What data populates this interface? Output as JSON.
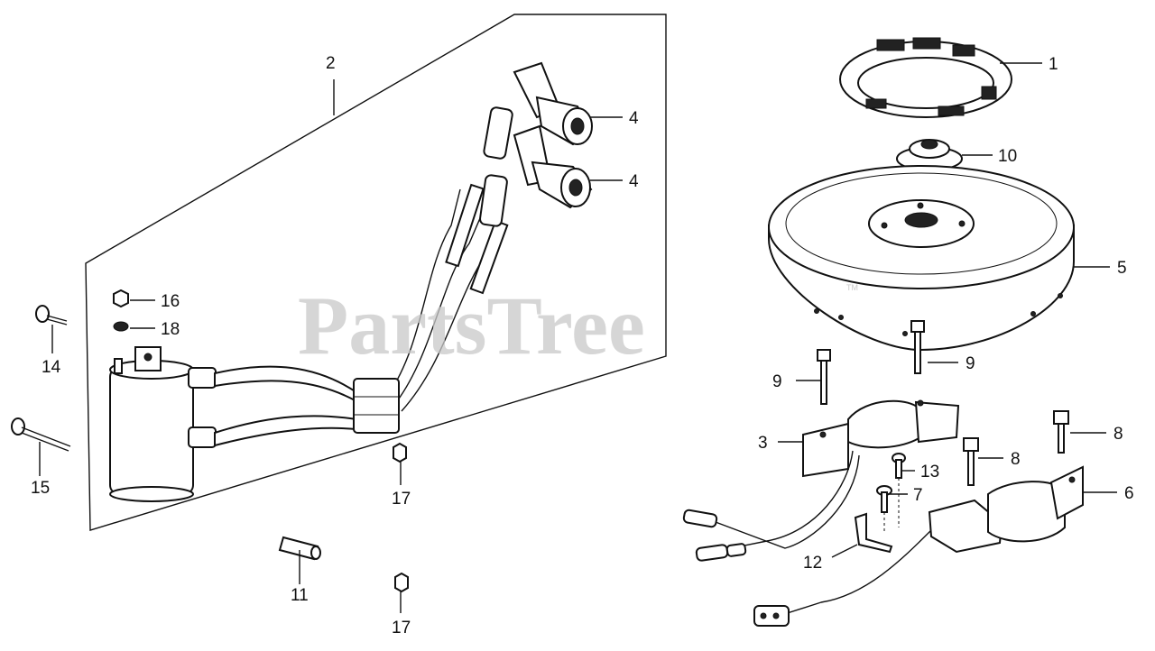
{
  "watermark": "PartsTree",
  "watermark_tm": "TM",
  "callouts": {
    "c1": "1",
    "c2": "2",
    "c3": "3",
    "c4a": "4",
    "c4b": "4",
    "c5": "5",
    "c6": "6",
    "c7": "7",
    "c8a": "8",
    "c8b": "8",
    "c9a": "9",
    "c9b": "9",
    "c10": "10",
    "c11": "11",
    "c12": "12",
    "c13": "13",
    "c14": "14",
    "c15": "15",
    "c16": "16",
    "c17a": "17",
    "c17b": "17",
    "c18": "18"
  }
}
